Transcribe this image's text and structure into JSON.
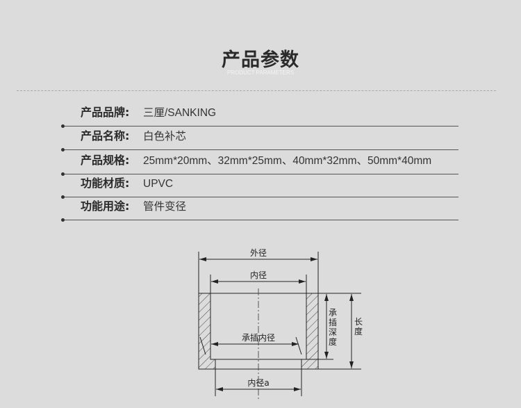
{
  "header": {
    "title": "产品参数",
    "subtitle": "PRODUCT PARAMETERS"
  },
  "params": [
    {
      "label": "产品品牌:",
      "value": "三厘/SANKING"
    },
    {
      "label": "产品名称:",
      "value": "白色补芯"
    },
    {
      "label": "产品规格:",
      "value": "25mm*20mm、32mm*25mm、40mm*32mm、50mm*40mm"
    },
    {
      "label": "功能材质:",
      "value": "UPVC"
    },
    {
      "label": "功能用途:",
      "value": "管件变径"
    }
  ],
  "diagram": {
    "outer_diameter": "外径",
    "inner_diameter": "内径",
    "socket_inner_diameter": "承插内径",
    "inner_diameter_a": "内径a",
    "socket_depth": [
      "承",
      "插",
      "深",
      "度"
    ],
    "length": [
      "长",
      "度"
    ]
  }
}
